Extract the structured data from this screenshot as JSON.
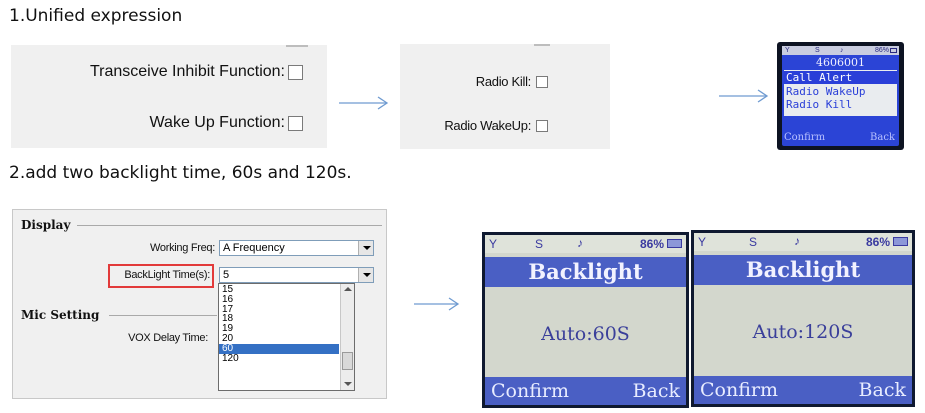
{
  "section1": {
    "heading": "1.Unified expression",
    "old_panel": {
      "items": [
        {
          "label": "Transceive Inhibit Function:"
        },
        {
          "label": "Wake Up Function:"
        }
      ]
    },
    "new_panel": {
      "items": [
        {
          "label": "Radio Kill:"
        },
        {
          "label": "Radio WakeUp:"
        }
      ]
    },
    "device": {
      "status": "86%",
      "number": "4606001",
      "menu": [
        "Call Alert",
        "Radio WakeUp",
        "Radio Kill"
      ],
      "selected_index": 0,
      "confirm": "Confirm",
      "back": "Back"
    }
  },
  "section2": {
    "heading": "2.add two backlight time, 60s and 120s.",
    "settings": {
      "display_group": "Display",
      "working_freq_label": "Working Freq:",
      "working_freq_value": "A Frequency",
      "backlight_label": "BackLight Time(s):",
      "backlight_value": "5",
      "mic_group": "Mic Setting",
      "vox_label": "VOX Delay Time:",
      "dropdown_options": [
        "15",
        "16",
        "17",
        "18",
        "19",
        "20",
        "60",
        "120"
      ],
      "selected_option": "60"
    },
    "screens": [
      {
        "status": "86%",
        "title": "Backlight",
        "value": "Auto:60S",
        "confirm": "Confirm",
        "back": "Back"
      },
      {
        "status": "86%",
        "title": "Backlight",
        "value": "Auto:120S",
        "confirm": "Confirm",
        "back": "Back"
      }
    ]
  },
  "colors": {
    "arrow": "#6f9bd1",
    "highlight_box": "#e23a3a",
    "lcd_bar": "#4a5fc4",
    "lcd_selected": "#2a3fd8"
  }
}
